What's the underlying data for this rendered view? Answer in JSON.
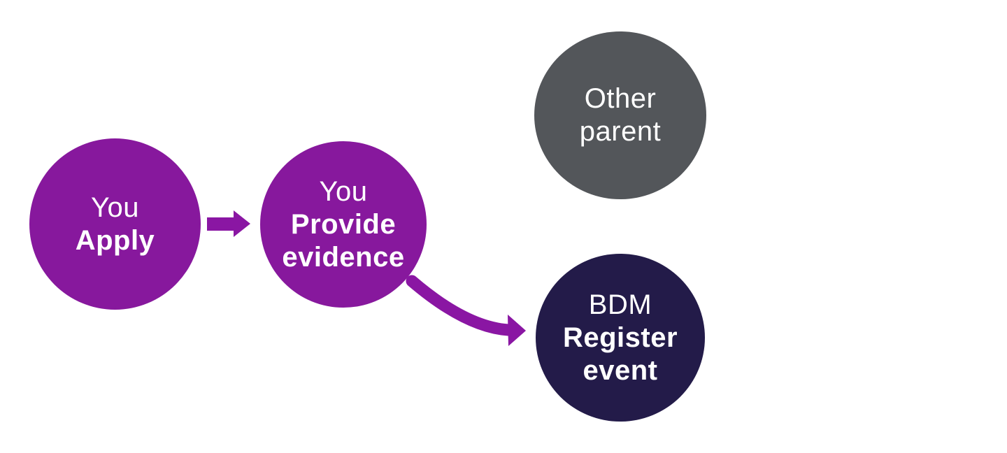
{
  "title": "Application process flow diagram",
  "colors": {
    "background": "#ffffff",
    "purple": "#87189d",
    "dark_purple": "#231b49",
    "gray": "#53565a",
    "arrow": "#8a16a3",
    "text": "#ffffff"
  },
  "nodes": {
    "apply": {
      "line1": "You",
      "line2": "Apply"
    },
    "provide_evidence": {
      "line1": "You",
      "line2": "Provide",
      "line3": "evidence"
    },
    "other_parent": {
      "line1": "Other",
      "line2": "parent"
    },
    "bdm_register": {
      "line1": "BDM",
      "line2": "Register",
      "line3": "event"
    }
  },
  "edges": [
    {
      "from": "You Apply",
      "to": "You Provide evidence",
      "style": "straight-arrow"
    },
    {
      "from": "You Provide evidence",
      "to": "BDM Register event",
      "style": "curved-arrow"
    }
  ]
}
